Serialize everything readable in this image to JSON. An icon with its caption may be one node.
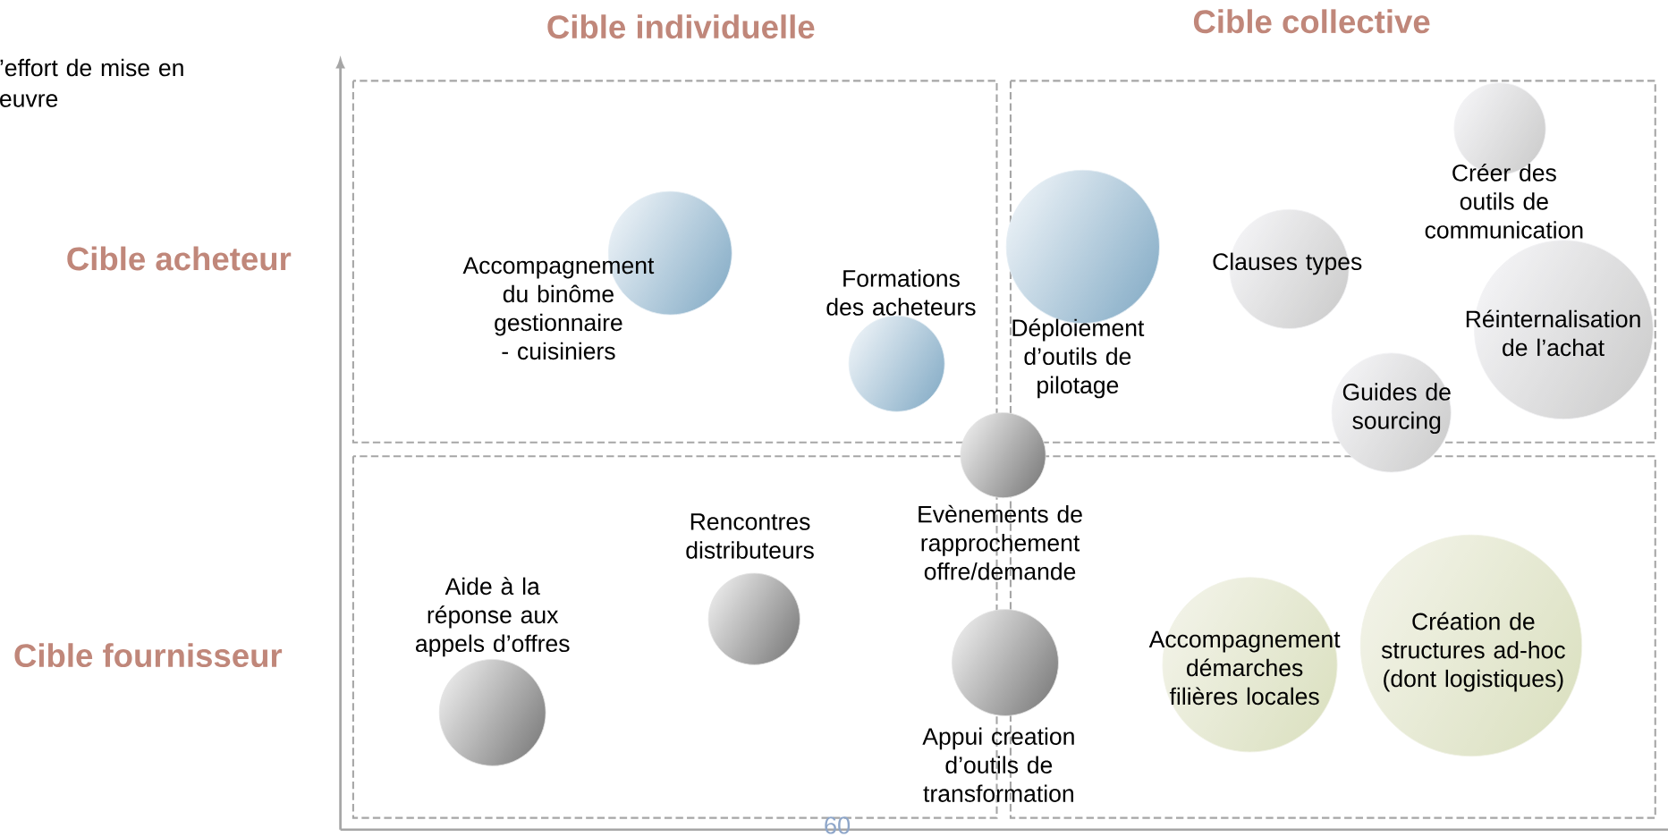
{
  "diagram": {
    "nodes": [
      {
        "text": [
          "Accompagnement du binôme gestionnaire - cuisiniers"
        ]
      },
      {
        "text": [
          "Formations des acheteurs"
        ]
      },
      {
        "text": [
          "Déploiement d’outils de pilotage"
        ]
      },
      {
        "text": [
          "Clauses types"
        ]
      },
      {
        "text": [
          "Créer des outils de communication"
        ]
      },
      {
        "text": [
          "Réinternalisation de l’achat"
        ]
      },
      {
        "text": [
          "Guides de sourcing"
        ]
      },
      {
        "text": [
          "Evènements de rapprochement offre/demande"
        ]
      },
      {
        "text": [
          "Rencontres distributeurs"
        ]
      },
      {
        "text": [
          "Aide à la réponse aux appels d’offres"
        ]
      },
      {
        "text": [
          "Appui creation d’outils de transformation"
        ]
      },
      {
        "text": [
          "Accompagnement démarches filières locales"
        ]
      },
      {
        "text": [
          "Création de structures ad-hoc (dont logistiques)"
        ]
      }
    ],
    "labels": [
      "Cible individuelle",
      "Cible collective",
      "’effort de mise en euvre",
      "Cible acheteur",
      "Cible fournisseur",
      "60"
    ]
  }
}
